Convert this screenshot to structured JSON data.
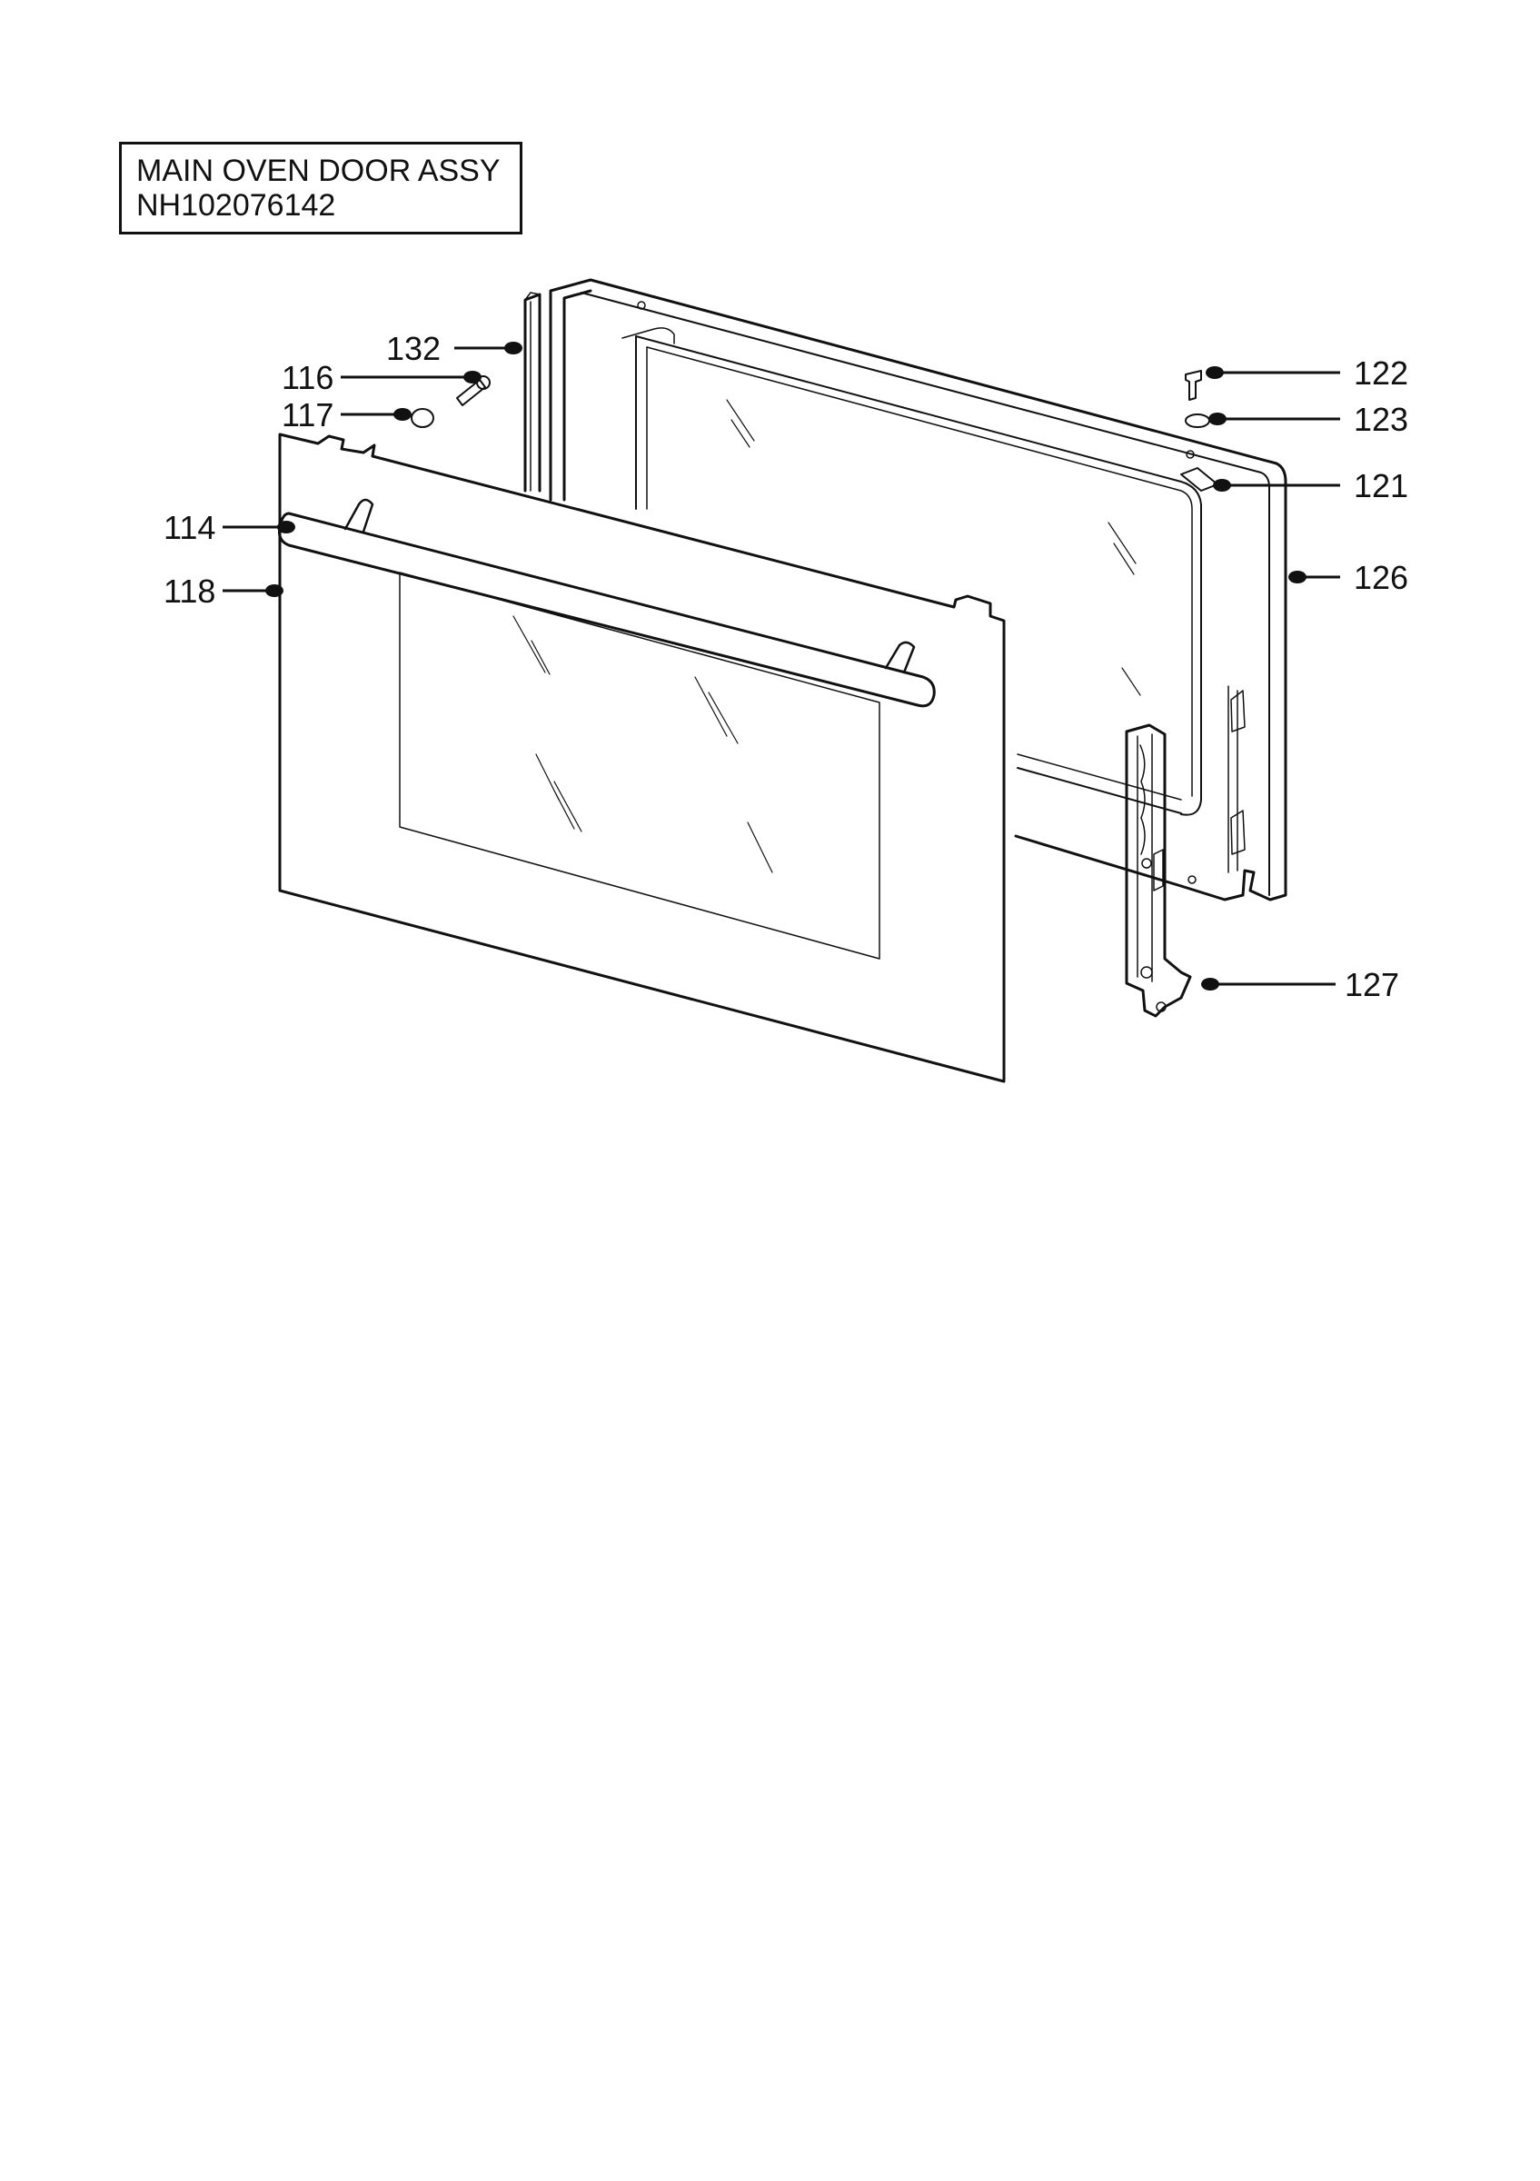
{
  "title": {
    "line1": "MAIN OVEN DOOR ASSY",
    "line2": "NH102076142"
  },
  "callouts": {
    "c132": "132",
    "c116": "116",
    "c117": "117",
    "c114": "114",
    "c118": "118",
    "c122": "122",
    "c123": "123",
    "c121": "121",
    "c126": "126",
    "c127": "127"
  }
}
